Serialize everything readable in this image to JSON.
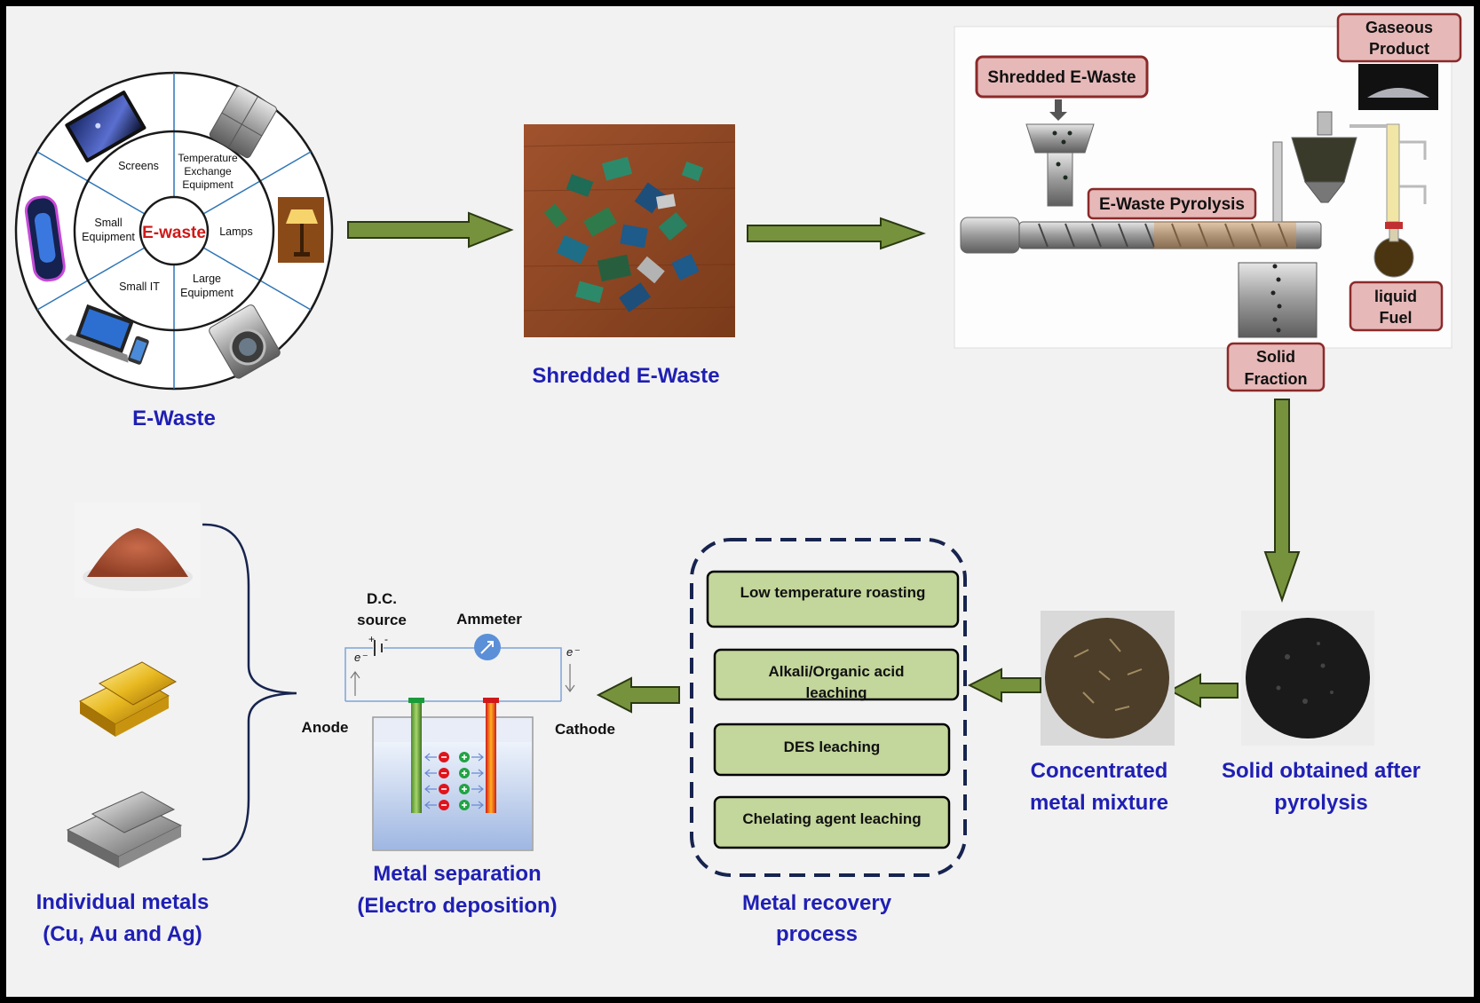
{
  "colors": {
    "background": "#f2f2f2",
    "border": "#000000",
    "arrow_fill": "#76923c",
    "arrow_stroke": "#2b3a12",
    "title_text": "#1f1fb4",
    "step_box_fill": "#c3d69b",
    "label_box_fill": "#e6b9b8",
    "label_box_stroke": "#8b2a2a",
    "dashed_box_stroke": "#17244f",
    "center_text": "#d01818"
  },
  "ewaste_wheel": {
    "center_label": "E-waste",
    "categories": [
      "Screens",
      "Temperature Exchange Equipment",
      "Lamps",
      "Large Equipment",
      "Small IT",
      "Small Equipment"
    ],
    "caption": "E-Waste"
  },
  "shredded": {
    "caption": "Shredded E-Waste"
  },
  "pyrolysis": {
    "label_shredded": "Shredded E-Waste",
    "label_pyrolysis": "E-Waste Pyrolysis",
    "label_gaseous": [
      "Gaseous",
      "Product"
    ],
    "label_liquid": [
      "liquid",
      "Fuel"
    ],
    "label_solid": [
      "Solid",
      "Fraction"
    ]
  },
  "solid_caption": [
    "Solid obtained after",
    "pyrolysis"
  ],
  "concentrated_caption": [
    "Concentrated",
    "metal mixture"
  ],
  "metal_recovery": {
    "steps": [
      "Low temperature roasting",
      "Alkali/Organic acid leaching",
      "DES leaching",
      "Chelating agent leaching"
    ],
    "caption": [
      "Metal recovery",
      "process"
    ]
  },
  "electro": {
    "dc_source": [
      "D.C.",
      "source"
    ],
    "ammeter": "Ammeter",
    "anode": "Anode",
    "cathode": "Cathode",
    "plus": "+",
    "minus": "-",
    "electron_left": "e⁻",
    "electron_right": "e⁻",
    "caption": [
      "Metal separation",
      "(Electro deposition)"
    ]
  },
  "individual_metals": {
    "caption": [
      "Individual metals",
      "(Cu, Au and Ag)"
    ]
  }
}
